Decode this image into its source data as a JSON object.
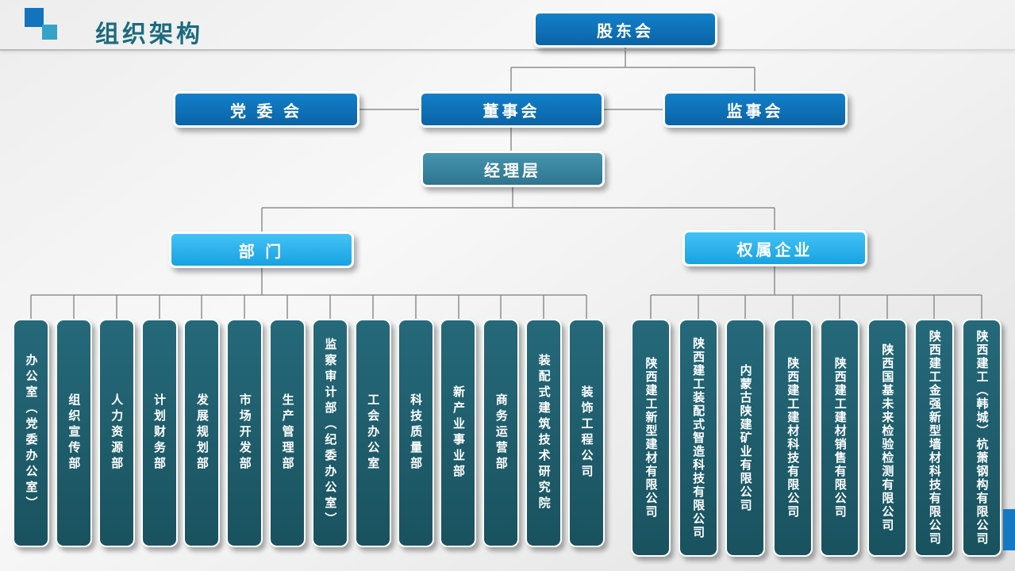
{
  "page": {
    "title": "组织架构"
  },
  "org": {
    "root": {
      "label": "股东会"
    },
    "level2": [
      {
        "label": "党 委 会"
      },
      {
        "label": "董事会"
      },
      {
        "label": "监事会"
      }
    ],
    "level3": {
      "label": "经理层"
    },
    "groups": [
      {
        "label": "部 门",
        "children": [
          "办公室（党委办公室）",
          "组织宣传部",
          "人力资源部",
          "计划财务部",
          "发展规划部",
          "市场开发部",
          "生产管理部",
          "监察审计部（纪委办公室）",
          "工会办公室",
          "科技质量部",
          "新产业事业部",
          "商务运营部",
          "装配式建筑技术研究院",
          "装饰工程公司"
        ]
      },
      {
        "label": "权属企业",
        "children": [
          "陕西建工新型建材有限公司",
          "陕西建工装配式智造科技有限公司",
          "内蒙古陕建矿业有限公司",
          "陕西建工建材科技有限公司",
          "陕西建工建材销售有限公司",
          "陕西国基未来检验检测有限公司",
          "陕西建工金强新型墙材科技有限公司",
          "陕西建工（韩城）杭萧钢构有限公司"
        ]
      }
    ],
    "colors": {
      "primary_blue": "#0d6fb8",
      "teal": "#3a839e",
      "cyan": "#28b2ee",
      "dark_teal": "#1f5f6e"
    }
  }
}
